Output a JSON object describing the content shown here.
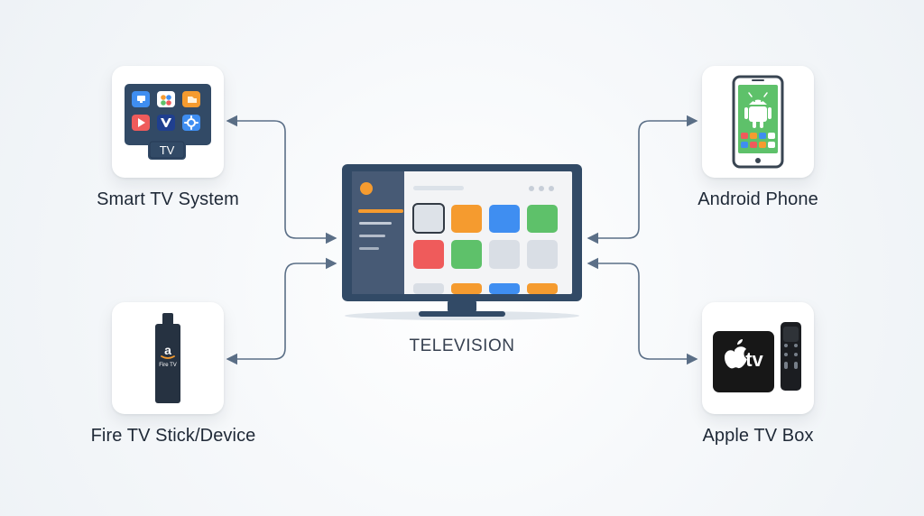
{
  "central": {
    "label": "TELEVISION"
  },
  "devices": {
    "smart_tv": {
      "label": "Smart TV System",
      "badge": "TV",
      "icon": "smart-tv-system-icon"
    },
    "fire_tv": {
      "label": "Fire TV Stick/Device",
      "brand_mark": "a",
      "stick_text": "Fire TV",
      "icon": "fire-tv-stick-icon"
    },
    "android_phone": {
      "label": "Android Phone",
      "icon": "android-phone-icon"
    },
    "apple_tv": {
      "label": "Apple TV Box",
      "box_text": "tv",
      "icon": "apple-tv-box-icon"
    }
  },
  "colors": {
    "connector": "#5b6f87",
    "tv_frame": "#324a66",
    "screen_bg": "#f3f4f6",
    "sidebar": "#475a75",
    "orange": "#f59b2f",
    "blue": "#3f8ef1",
    "green": "#5ec16a",
    "red": "#ef5b5b",
    "gray": "#d9dee5"
  }
}
